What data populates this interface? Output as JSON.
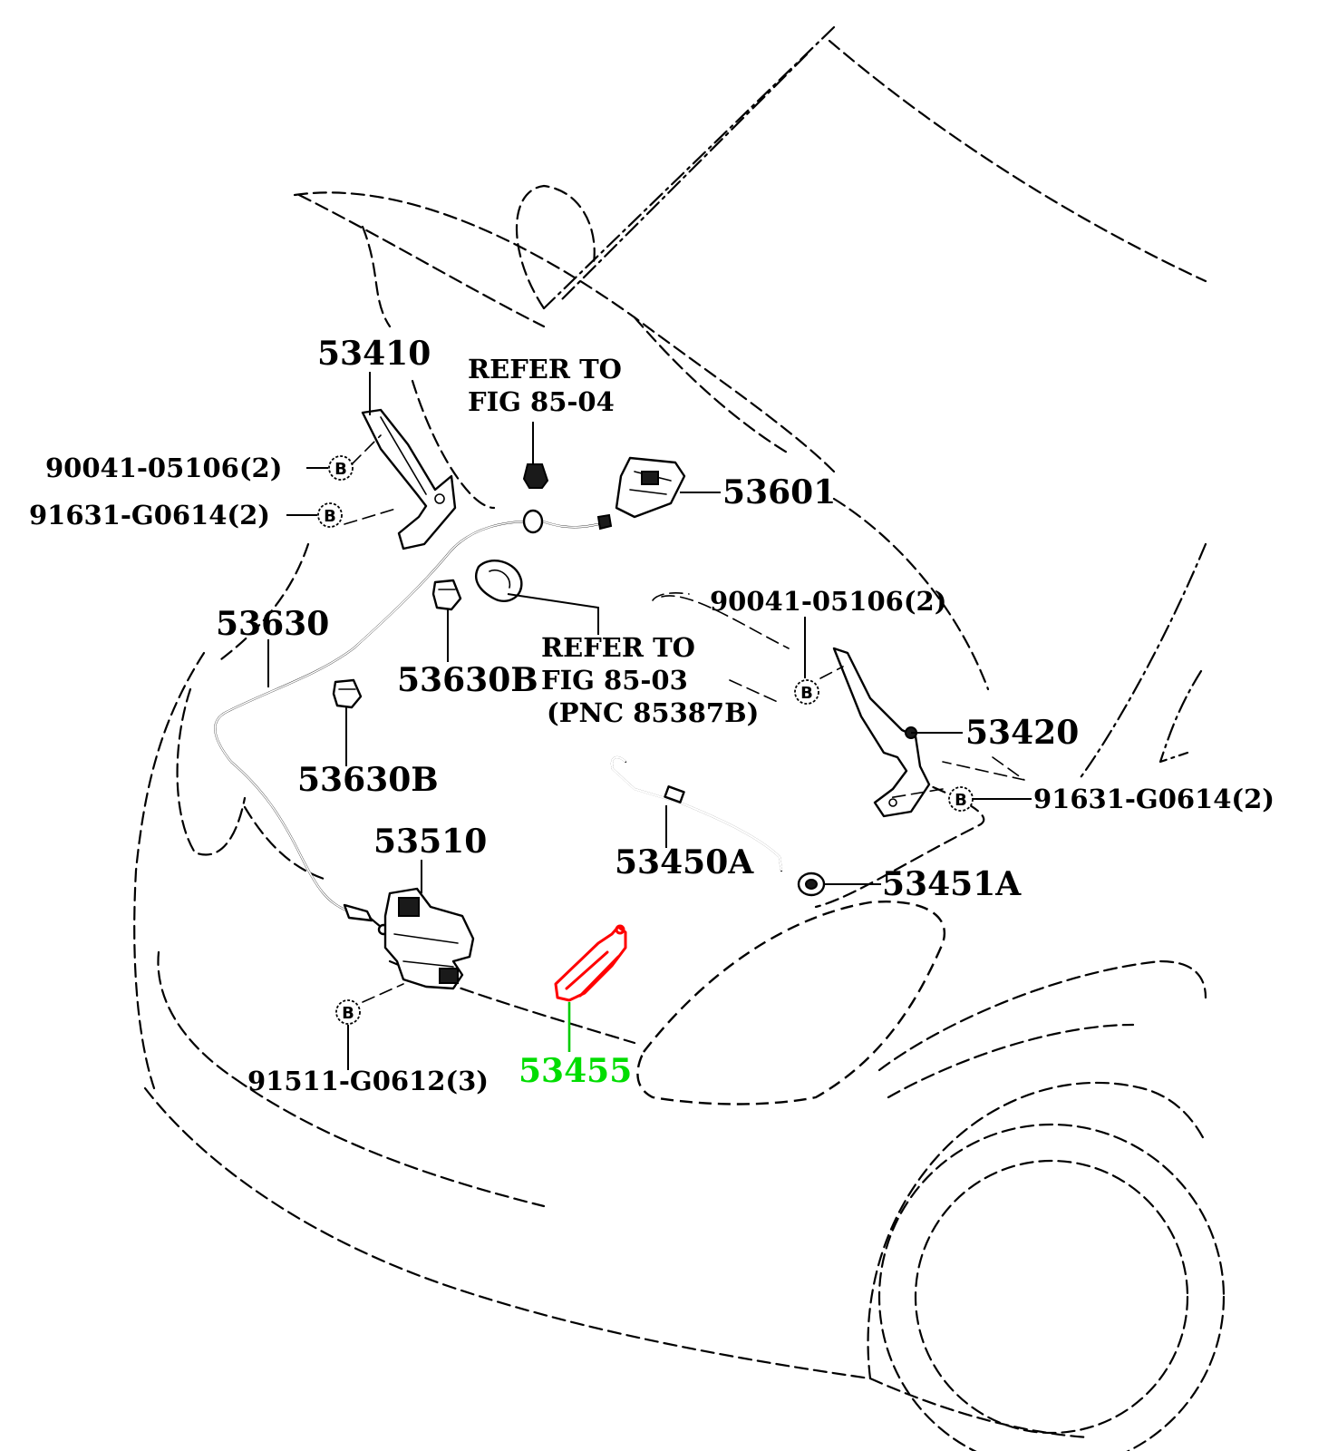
{
  "labels": {
    "p53410": "53410",
    "refer1_line1": "REFER TO",
    "refer1_line2": "FIG 85-04",
    "p90041_left": "90041-05106(2)",
    "p91631_left": "91631-G0614(2)",
    "p53601": "53601",
    "p53630": "53630",
    "p90041_right": "90041-05106(2)",
    "p53630B_upper": "53630B",
    "refer2_line1": "REFER TO",
    "refer2_line2": "FIG 85-03",
    "refer2_line3": "(PNC 85387B)",
    "p53420": "53420",
    "p53630B_lower": "53630B",
    "p91631_right": "91631-G0614(2)",
    "p53510": "53510",
    "p53450A": "53450A",
    "p53451A": "53451A",
    "p91511": "91511-G0612(3)",
    "p53455": "53455"
  },
  "markers": {
    "bolt_marker": "B"
  },
  "colors": {
    "highlight_part": "#ff0000",
    "highlight_label": "#00dd00",
    "line": "#000000"
  }
}
